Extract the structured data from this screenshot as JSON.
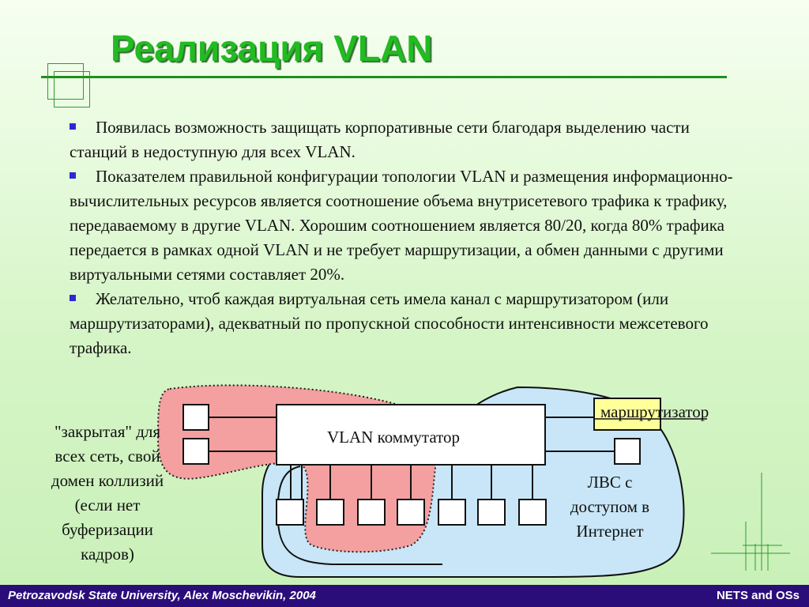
{
  "title": "Реализация VLAN",
  "bullets": [
    "Появилась возможность защищать корпоративные сети благодаря выделению части станций в недоступную для всех VLAN.",
    "Показателем правильной конфигурации топологии VLAN и размещения информационно-вычислительных ресурсов является соотношение объема внутрисетевого трафика к трафику, передаваемому в другие VLAN. Хорошим соотношением является 80/20, когда 80% трафика передается в рамках одной VLAN и не требует маршрутизации, а обмен данными с другими виртуальными сетями составляет 20%.",
    "Желательно, чтоб каждая виртуальная сеть имела канал с маршрутизатором (или маршрутизаторами), адекватный по пропускной способности интенсивности межсетевого трафика."
  ],
  "diagram": {
    "switch_label": "VLAN коммутатор",
    "router_label": "маршрутизатор",
    "closed_domain_lines": [
      "\"закрытая\" для",
      "всех сеть, свой",
      "домен коллизий",
      "(если нет",
      "буферизации",
      "кадров)"
    ],
    "internet_lan_lines": [
      "ЛВС с",
      "доступом в",
      "Интернет"
    ],
    "colors": {
      "closed_fill": "#f4a0a0",
      "lan_fill": "#c8e6f8",
      "router_fill": "#ffff99",
      "switch_fill": "#ffffff"
    }
  },
  "footer": {
    "left": "Petrozavodsk State University, Alex Moschevikin, 2004",
    "right": "NETS and OSs"
  }
}
